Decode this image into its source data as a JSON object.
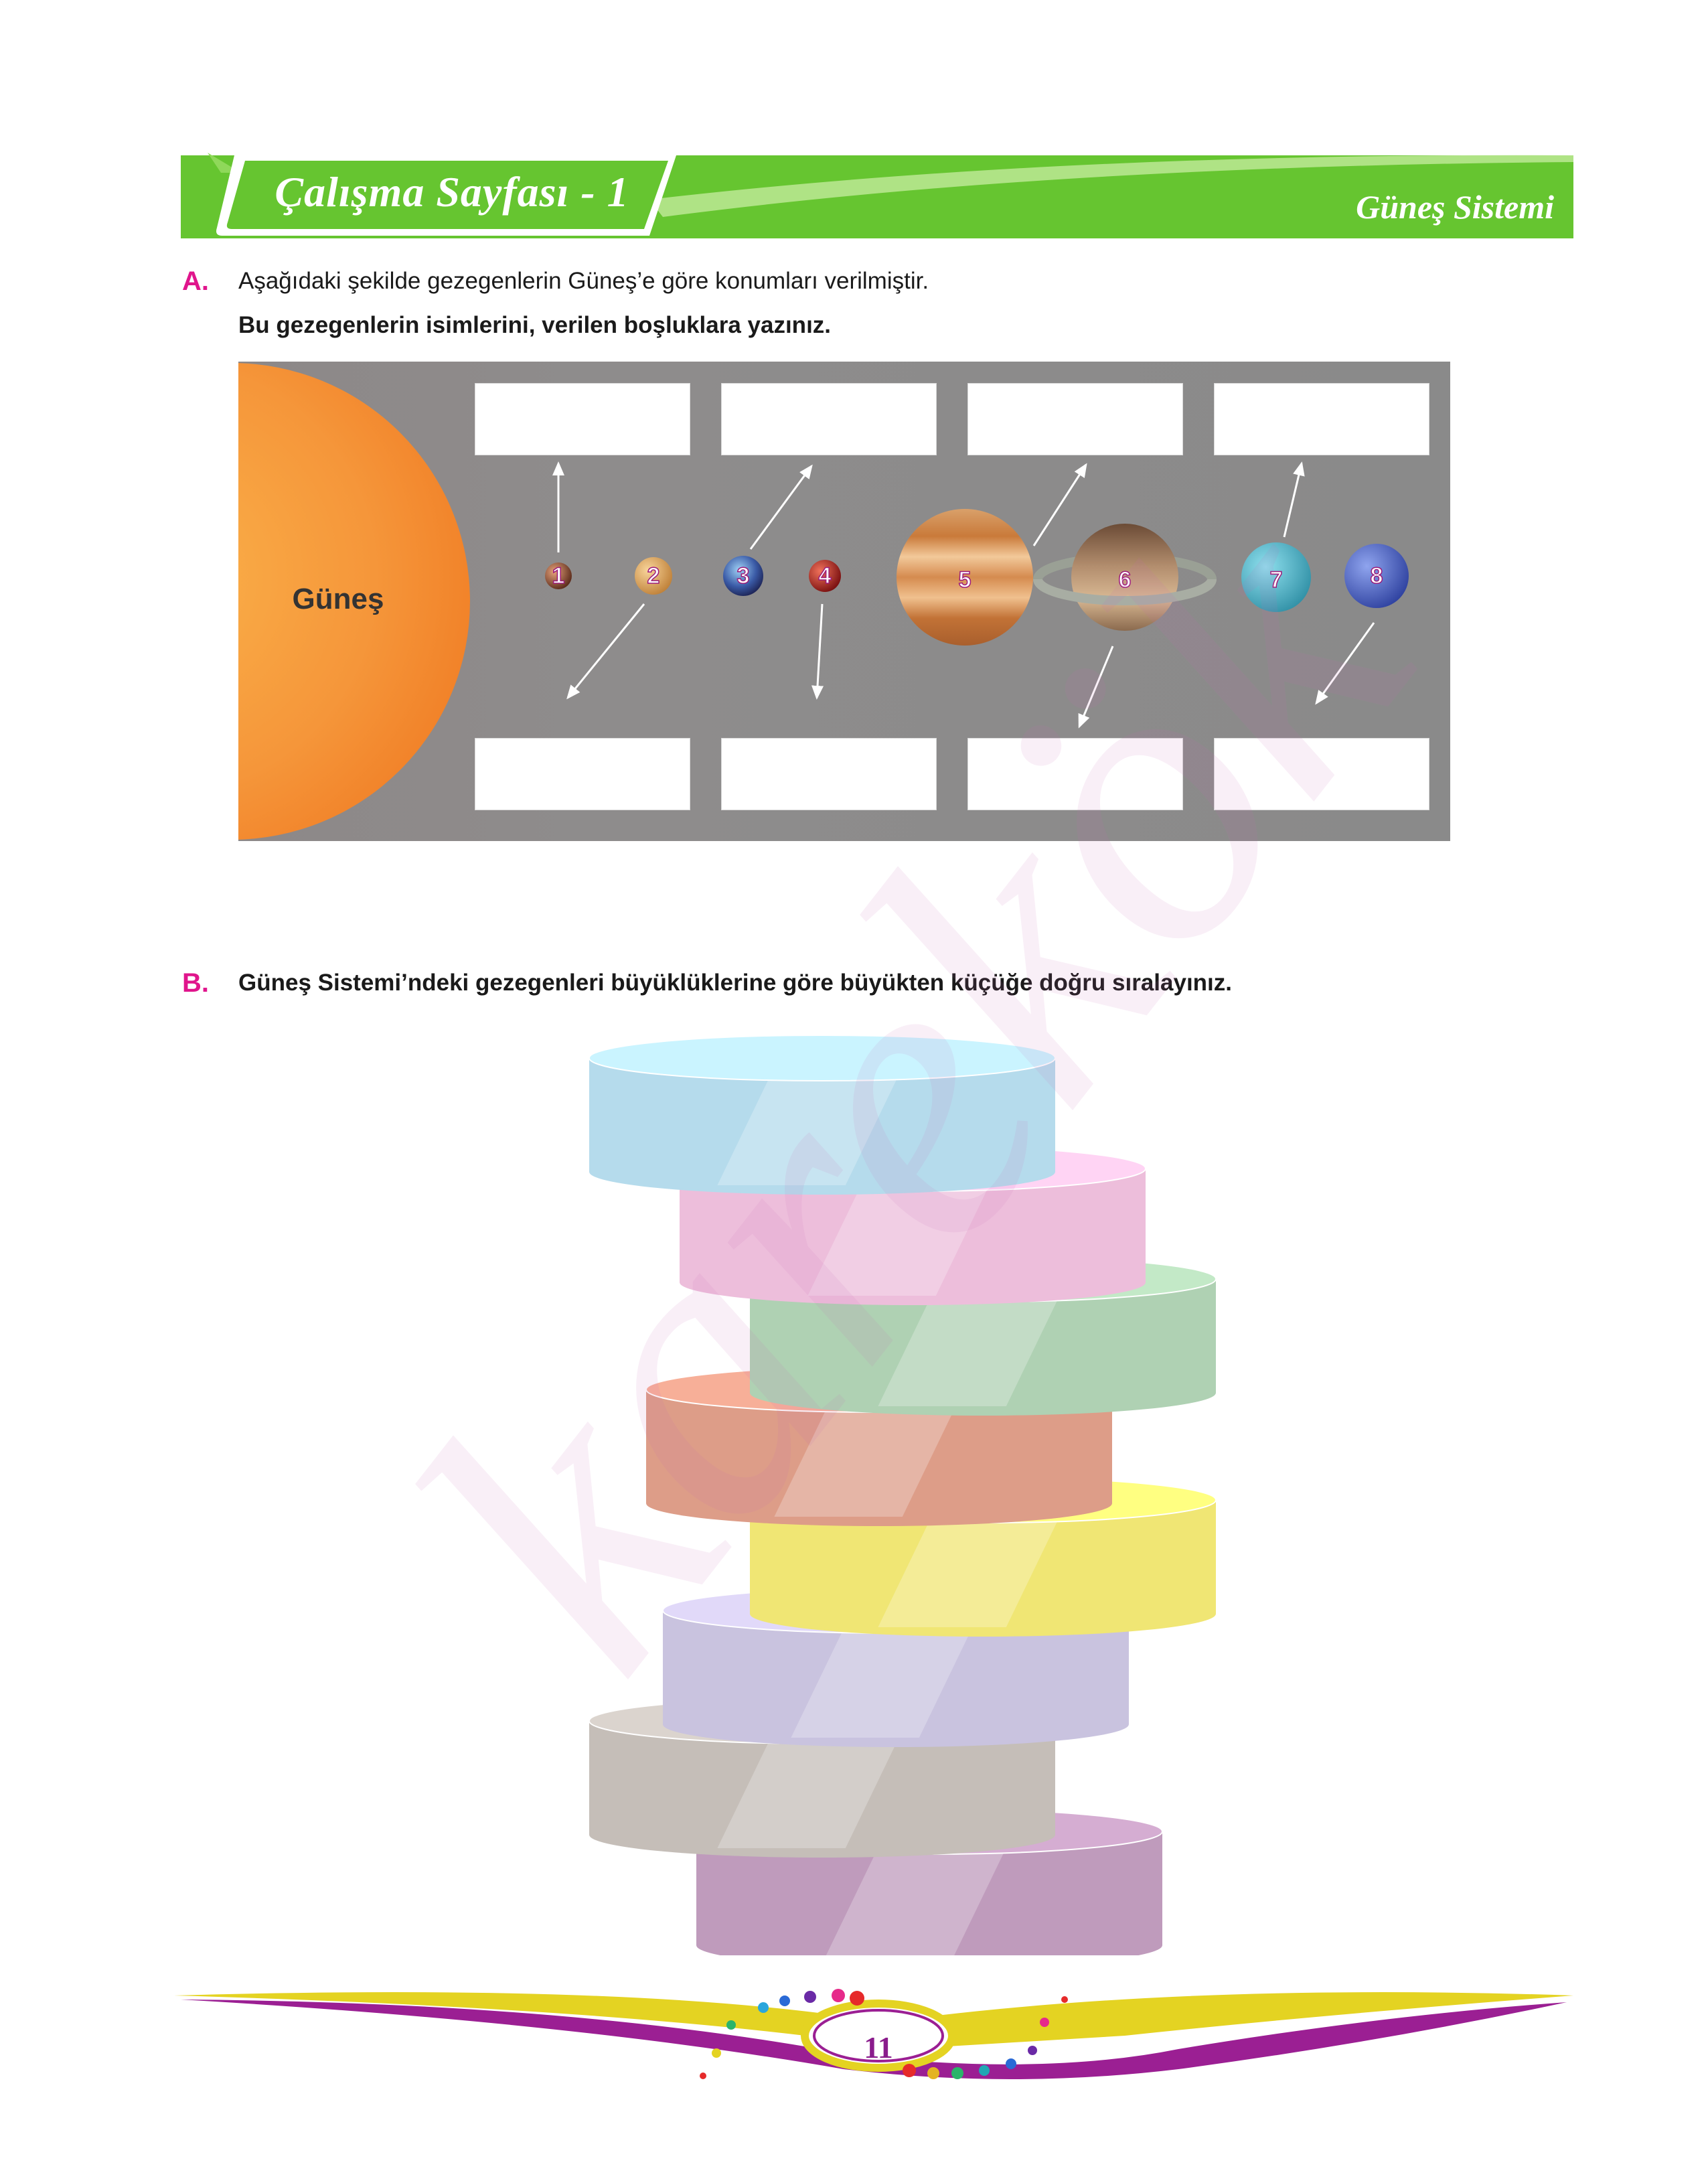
{
  "header": {
    "worksheet_title": "Çalışma Sayfası - 1",
    "topic": "Güneş Sistemi"
  },
  "section_a": {
    "letter": "A.",
    "instruction": "Aşağıdaki şekilde gezegenlerin Güneş’e göre konumları verilmiştir.",
    "task": "Bu gezegenlerin isimlerini, verilen boşluklara yazınız.",
    "sun_label": "Güneş",
    "planet_numbers": [
      "1",
      "2",
      "3",
      "4",
      "5",
      "6",
      "7",
      "8"
    ]
  },
  "section_b": {
    "letter": "B.",
    "instruction": "Güneş Sistemi’ndeki gezegenleri büyüklüklerine göre büyükten küçüğe doğru sıralayınız.",
    "disc_colors": [
      "#bfe6f8",
      "#f9c8e6",
      "#b8dcbc",
      "#e9a58f",
      "#fdf27a",
      "#d4cdeb",
      "#cfc8c2",
      "#c9a3c6"
    ]
  },
  "watermark": "karekök",
  "footer": {
    "page_number": "11"
  },
  "colors": {
    "header_green": "#66c530",
    "accent_pink": "#e0158c",
    "footer_purple": "#9b1f93",
    "footer_yellow": "#e4d322"
  }
}
